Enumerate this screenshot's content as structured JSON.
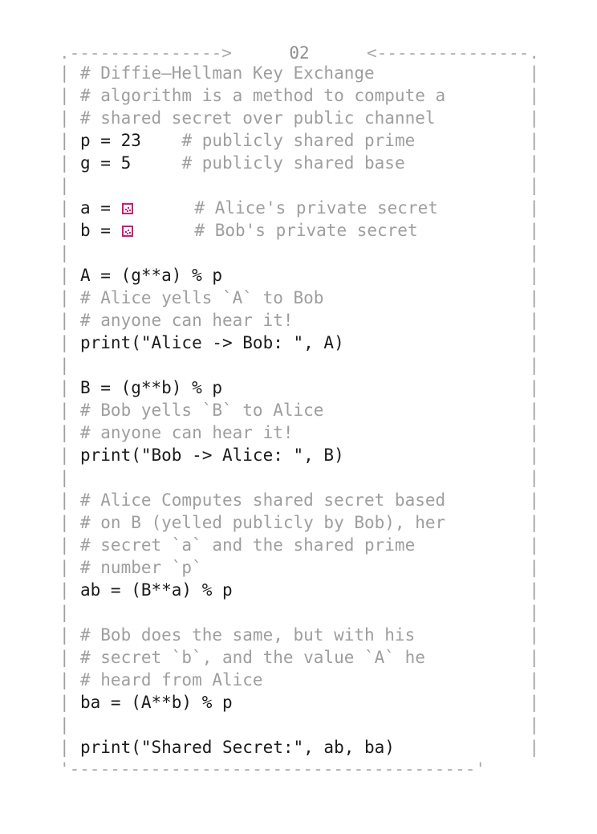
{
  "card": {
    "label": "02",
    "top_rail_left": ".--------------->",
    "top_rail_right": "<---------------.",
    "bottom_rail": "'----------------------------------------'",
    "border_left_char": "|",
    "border_right_char": "|",
    "colors": {
      "code": "#1b1b1b",
      "comment": "#9e9e9e",
      "border": "#a0a0a0",
      "missing_glyph": "#d6166f",
      "background": "#ffffff"
    }
  },
  "lines": [
    {
      "type": "comment",
      "text": "# Diffie–Hellman Key Exchange"
    },
    {
      "type": "comment",
      "text": "# algorithm is a method to compute a"
    },
    {
      "type": "comment",
      "text": "# shared secret over public channel"
    },
    {
      "type": "mixed",
      "code": "p = 23",
      "pad": "    ",
      "comment": "# publicly shared prime"
    },
    {
      "type": "mixed",
      "code": "g = 5",
      "pad": "     ",
      "comment": "# publicly shared base"
    },
    {
      "type": "blank",
      "text": ""
    },
    {
      "type": "tofu",
      "code": "a = ",
      "pad": "      ",
      "comment": "# Alice's private secret"
    },
    {
      "type": "tofu",
      "code": "b = ",
      "pad": "      ",
      "comment": "# Bob's private secret"
    },
    {
      "type": "blank",
      "text": ""
    },
    {
      "type": "code",
      "text": "A = (g**a) % p"
    },
    {
      "type": "comment",
      "text": "# Alice yells `A` to Bob"
    },
    {
      "type": "comment",
      "text": "# anyone can hear it!"
    },
    {
      "type": "code",
      "text": "print(\"Alice -> Bob: \", A)"
    },
    {
      "type": "blank",
      "text": ""
    },
    {
      "type": "code",
      "text": "B = (g**b) % p"
    },
    {
      "type": "comment",
      "text": "# Bob yells `B` to Alice"
    },
    {
      "type": "comment",
      "text": "# anyone can hear it!"
    },
    {
      "type": "code",
      "text": "print(\"Bob -> Alice: \", B)"
    },
    {
      "type": "blank",
      "text": ""
    },
    {
      "type": "comment",
      "text": "# Alice Computes shared secret based"
    },
    {
      "type": "comment",
      "text": "# on B (yelled publicly by Bob), her"
    },
    {
      "type": "comment",
      "text": "# secret `a` and the shared prime"
    },
    {
      "type": "comment",
      "text": "# number `p`"
    },
    {
      "type": "code",
      "text": "ab = (B**a) % p"
    },
    {
      "type": "blank",
      "text": ""
    },
    {
      "type": "comment",
      "text": "# Bob does the same, but with his"
    },
    {
      "type": "comment",
      "text": "# secret `b`, and the value `A` he"
    },
    {
      "type": "comment",
      "text": "# heard from Alice"
    },
    {
      "type": "code",
      "text": "ba = (A**b) % p"
    },
    {
      "type": "blank",
      "text": ""
    },
    {
      "type": "code",
      "text": "print(\"Shared Secret:\", ab, ba)"
    }
  ]
}
